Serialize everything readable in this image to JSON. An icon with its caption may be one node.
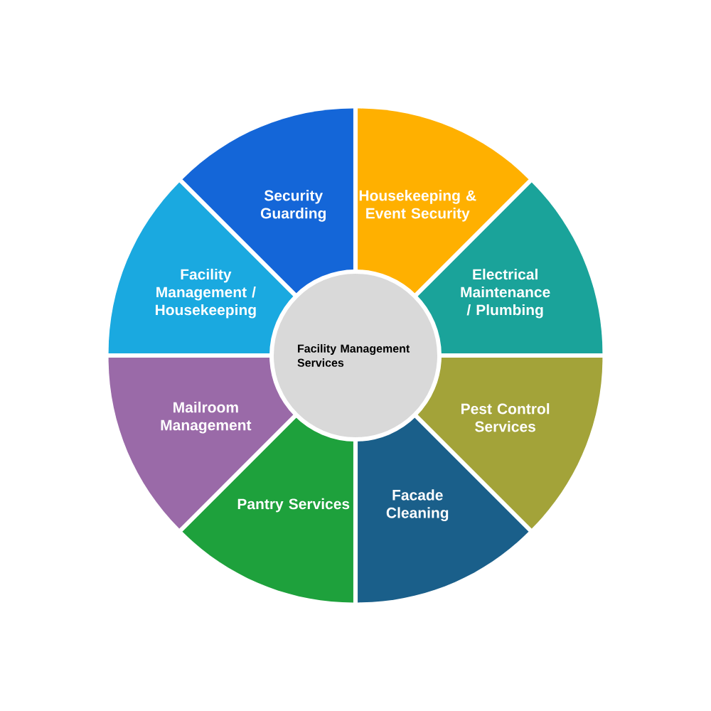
{
  "diagram": {
    "nodes": [
      {
        "text": [
          "Facility Management Services"
        ]
      },
      {
        "text": [
          "Security Guarding"
        ]
      },
      {
        "text": [
          "Housekeeping & Event Security"
        ]
      },
      {
        "text": [
          "Electrical Maintenance / Plumbing"
        ]
      },
      {
        "text": [
          "Pest Control Services"
        ]
      },
      {
        "text": [
          "Facade Cleaning"
        ]
      },
      {
        "text": [
          "Pantry Services"
        ]
      },
      {
        "text": [
          "Mailroom Management"
        ]
      },
      {
        "text": [
          "Facility Management / Housekeeping"
        ]
      }
    ]
  }
}
